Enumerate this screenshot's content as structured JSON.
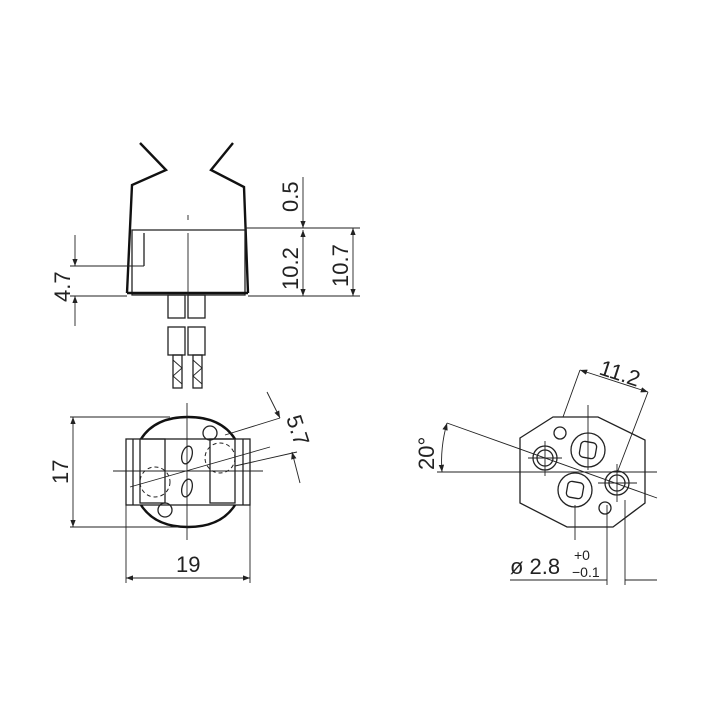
{
  "side_view": {
    "dim_0_5": "0.5",
    "dim_10_2": "10.2",
    "dim_10_7": "10.7",
    "dim_4_7": "4.7"
  },
  "bottom_view": {
    "dim_17": "17",
    "dim_19": "19",
    "dim_5_7": "5.7"
  },
  "pin_view": {
    "dim_11_2": "11.2",
    "angle": "20°",
    "diameter": "ø 2.8",
    "tol_upper": "+0",
    "tol_lower": "−0.1"
  },
  "colors": {
    "line": "#222222",
    "background": "#ffffff"
  }
}
